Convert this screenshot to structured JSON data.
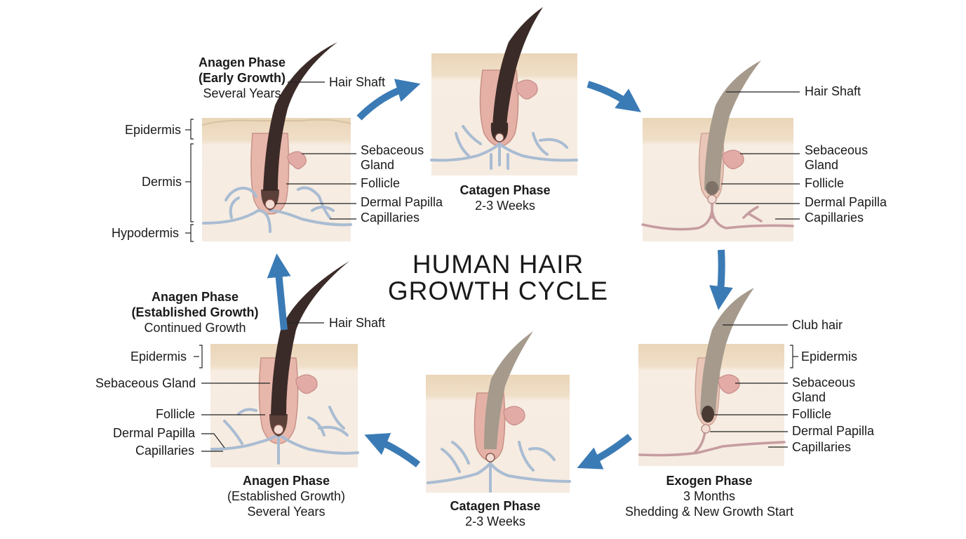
{
  "title": {
    "line1": "HUMAN HAIR",
    "line2": "GROWTH CYCLE"
  },
  "panel_early": {
    "title": "Anagen Phase",
    "subtitle": "(Early Growth)",
    "duration": "Several Years",
    "labels": {
      "hair_shaft": "Hair Shaft",
      "sebaceous_1": "Sebaceous",
      "sebaceous_2": "Gland",
      "follicle": "Follicle",
      "dermal_papilla": "Dermal Papilla",
      "capillaries": "Capillaries",
      "epidermis": "Epidermis",
      "dermis": "Dermis",
      "hypodermis": "Hypodermis"
    }
  },
  "panel_catagen_top": {
    "title": "Catagen Phase",
    "duration": "2-3 Weeks"
  },
  "panel_telogen": {
    "labels": {
      "hair_shaft": "Hair Shaft",
      "sebaceous_1": "Sebaceous",
      "sebaceous_2": "Gland",
      "follicle": "Follicle",
      "dermal_papilla": "Dermal Papilla",
      "capillaries": "Capillaries"
    }
  },
  "panel_exogen": {
    "title": "Exogen Phase",
    "duration": "3 Months",
    "note": "Shedding & New Growth Start",
    "labels": {
      "club_hair": "Club hair",
      "epidermis": "Epidermis",
      "sebaceous_1": "Sebaceous",
      "sebaceous_2": "Gland",
      "follicle": "Follicle",
      "dermal_papilla": "Dermal Papilla",
      "capillaries": "Capillaries"
    }
  },
  "panel_catagen_bottom": {
    "title": "Catagen Phase",
    "duration": "2-3 Weeks"
  },
  "panel_established_left": {
    "title": "Anagen Phase",
    "subtitle": "(Established Growth)",
    "duration": "Continued Growth",
    "labels": {
      "hair_shaft": "Hair Shaft",
      "epidermis": "Epidermis",
      "sebaceous": "Sebaceous Gland",
      "follicle": "Follicle",
      "dermal_papilla": "Dermal Papilla",
      "capillaries": "Capillaries"
    }
  },
  "panel_established_bottom": {
    "title": "Anagen Phase",
    "subtitle": "(Established Growth)",
    "duration": "Several Years"
  },
  "colors": {
    "arrow": "#3b7bb5",
    "skin_top": "#e9d3b6",
    "skin_body": "#f6ebe0",
    "hair_dark": "#3b2b28",
    "hair_light": "#a59a8c",
    "capillary_blue": "#a9bcd2",
    "capillary_red": "#c69ca0"
  }
}
